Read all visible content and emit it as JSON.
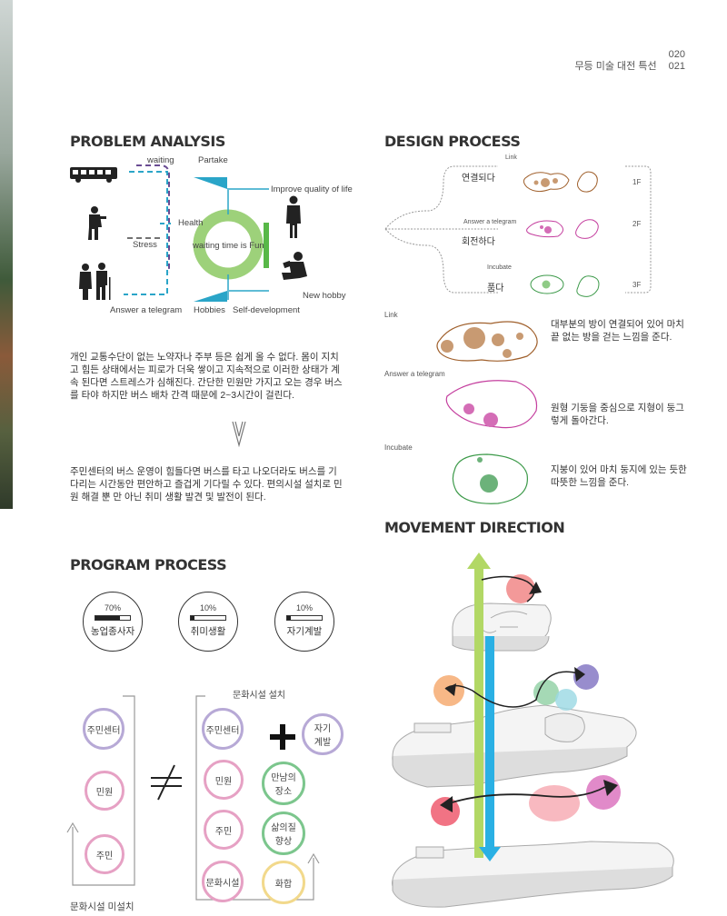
{
  "header": {
    "title": "무등 미술 대전 특선",
    "pages": [
      "020",
      "021"
    ]
  },
  "problem_analysis": {
    "title": "PROBLEM ANALYSIS",
    "labels": {
      "waiting": "waiting",
      "partake": "Partake",
      "improve": "Improve quality of life",
      "health": "Health",
      "stress": "Stress",
      "fun": "waiting time is Fun",
      "new_hobby": "New hobby",
      "answer": "Answer a telegram",
      "hobbies": "Hobbies",
      "self_dev": "Self-development"
    },
    "paragraph1": "개인 교통수단이 없는 노약자나 주부 등은 쉽게 올 수 없다. 몸이 지치고 힘든 상태에서는 피로가 더욱 쌓이고 지속적으로 이러한 상태가 계속 된다면 스트레스가 심해진다. 간단한 민원만 가지고 오는 경우 버스를 타야 하지만 버스 배차 간격 때문에 2~3시간이 걸린다.",
    "paragraph2": "주민센터의 버스 운영이 힘들다면 버스를 타고 나오더라도 버스를 기다리는 시간동안 편안하고 즐겁게 기다릴 수 있다. 편의시설 설치로 민원 해결 뿐 만 아닌 취미 생활 발견 및 발전이 된다."
  },
  "design_process": {
    "title": "DESIGN PROCESS",
    "rows": [
      {
        "en": "Link",
        "ko": "연결되다",
        "floor": "1F"
      },
      {
        "en": "Answer a telegram",
        "ko": "회전하다",
        "floor": "2F"
      },
      {
        "en": "Incubate",
        "ko": "품다",
        "floor": "3F"
      }
    ],
    "details": [
      {
        "en": "Link",
        "desc": "대부분의 방이 연결되어 있어 마치 끝 없는 방을 걷는 느낌을 준다."
      },
      {
        "en": "Answer a telegram",
        "desc": "원형 기둥을 중심으로 지형이 둥그렇게 돌아간다."
      },
      {
        "en": "Incubate",
        "desc": "지붕이 있어 마치 둥지에 있는 듯한 따뜻한 느낌을 준다."
      }
    ]
  },
  "movement_direction": {
    "title": "MOVEMENT DIRECTION"
  },
  "program_process": {
    "title": "PROGRAM PROCESS",
    "gauges": [
      {
        "pct": "70%",
        "value": 0.7,
        "label": "농업종사자"
      },
      {
        "pct": "10%",
        "value": 0.1,
        "label": "취미생활"
      },
      {
        "pct": "10%",
        "value": 0.1,
        "label": "자기계발"
      }
    ],
    "install_label": "문화시설 설치",
    "not_installed_label": "문화시설 미설치",
    "left_items": [
      "주민센터",
      "민원",
      "주민"
    ],
    "right_col1": [
      "주민센터",
      "민원",
      "주민",
      "문화시설"
    ],
    "right_col2": [
      "자기\n계발",
      "만남의\n장소",
      "삶의질\n향상",
      "화합"
    ]
  },
  "colors": {
    "purple": "#b7a9d6",
    "pink": "#e6a1c4",
    "green": "#7cc68d",
    "yellow": "#f2d98c",
    "fun_ring": "#9dd17a",
    "cyan": "#3aa8d8",
    "brown": "#b07a4a",
    "magenta": "#c43e9e"
  }
}
